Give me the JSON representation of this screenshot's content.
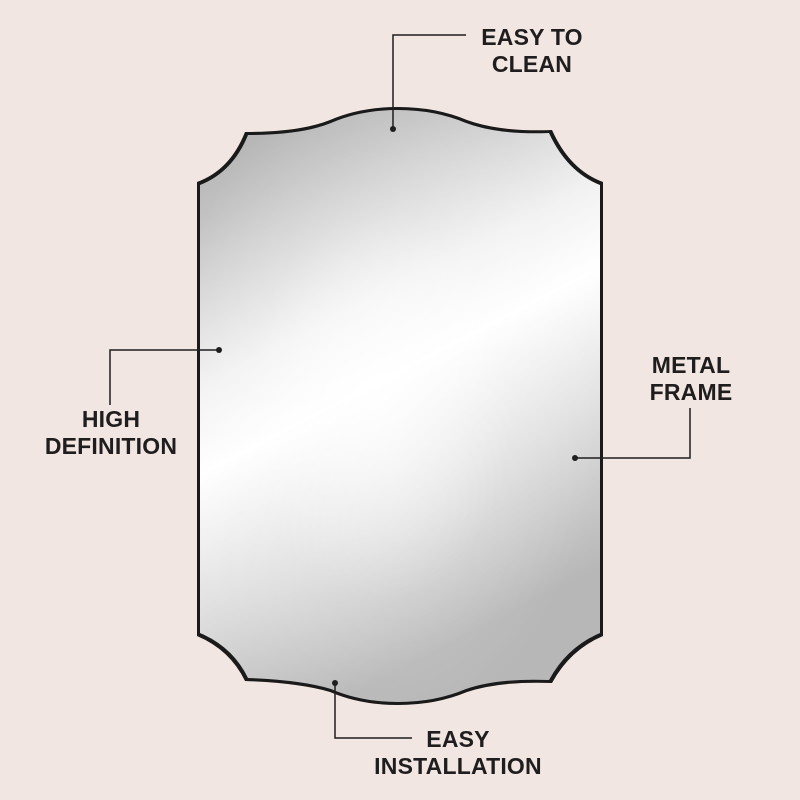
{
  "background_color": "#f1e6e2",
  "mirror": {
    "frame_color": "#1a1a1a",
    "glass_light": "#f7f7f7",
    "glass_dark": "#a8a8a8"
  },
  "callouts": {
    "easy_to_clean": {
      "line1": "EASY TO",
      "line2": "CLEAN"
    },
    "high_definition": {
      "line1": "HIGH",
      "line2": "DEFINITION"
    },
    "metal_frame": {
      "line1": "METAL",
      "line2": "FRAME"
    },
    "easy_installation": {
      "line1": "EASY",
      "line2": "INSTALLATION"
    }
  }
}
